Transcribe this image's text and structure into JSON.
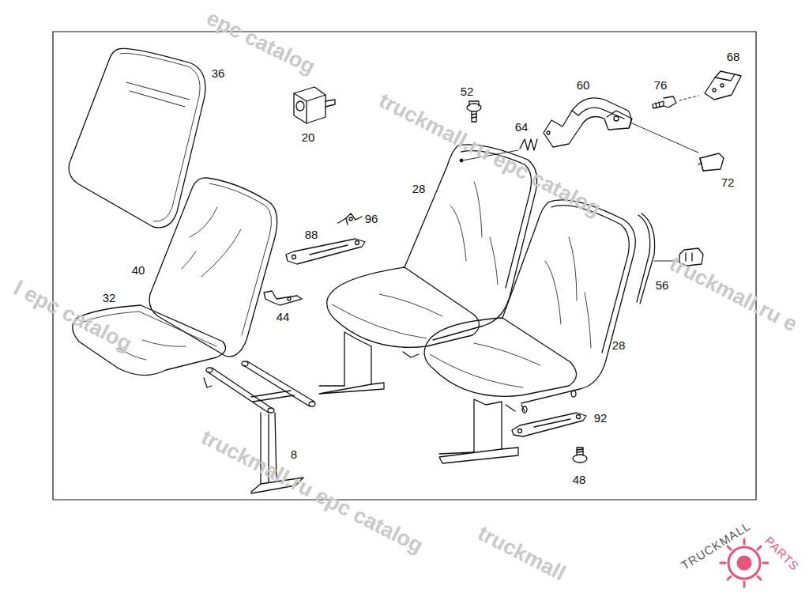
{
  "diagram": {
    "labels": [
      "36",
      "20",
      "52",
      "60",
      "76",
      "68",
      "64",
      "72",
      "28",
      "88",
      "96",
      "40",
      "32",
      "44",
      "56",
      "28",
      "92",
      "8",
      "48",
      "epc catalog",
      "truckmall.ru epc catalog",
      "truckmall.ru e",
      "l epc catalog",
      "truckmall.ru epc catalog",
      "truckmall",
      "TRUCKMALL",
      "PARTS"
    ]
  }
}
